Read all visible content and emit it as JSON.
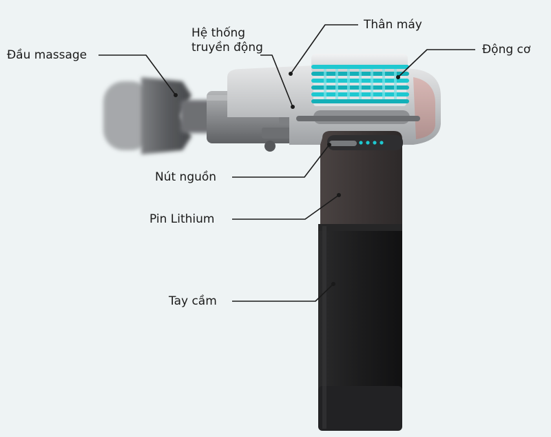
{
  "diagram": {
    "labels": {
      "head": "Đầu massage",
      "transmission": "Hệ thống\ntruyền động",
      "body": "Thân máy",
      "motor": "Động cơ",
      "power_button": "Nút nguồn",
      "battery": "Pin Lithium",
      "handle": "Tay cầm"
    }
  },
  "colors": {
    "background": "#eef3f4",
    "body_silver": "#c9cbcd",
    "motor_cyan": "#1ec8d0",
    "handle_black": "#1c1c1d",
    "battery_dark": "#3b3535",
    "leader_line": "#1a1a1a"
  }
}
